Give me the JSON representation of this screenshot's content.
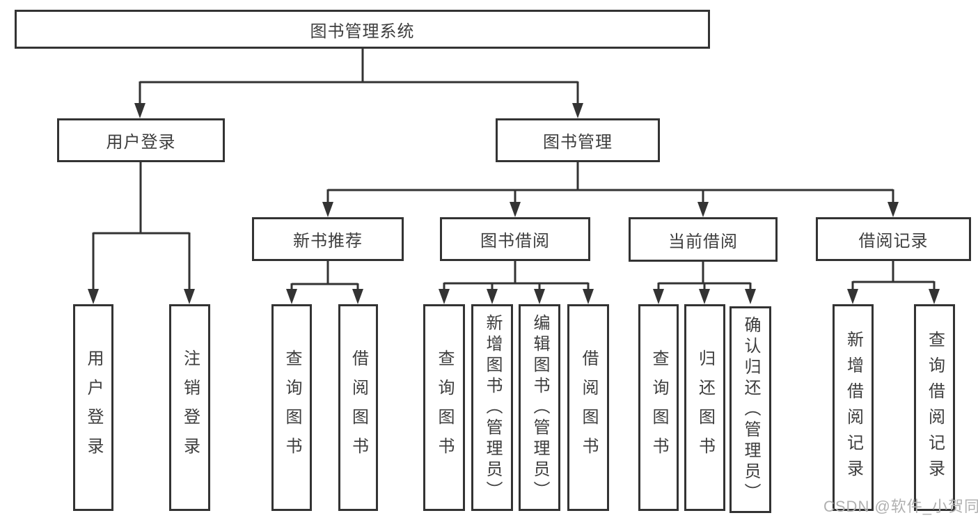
{
  "diagram": {
    "title": "图书管理系统",
    "root": {
      "label": "图书管理系统"
    },
    "level2": [
      {
        "label": "用户登录",
        "children": [
          {
            "label": "用户登录"
          },
          {
            "label": "注销登录"
          }
        ]
      },
      {
        "label": "图书管理",
        "children": [
          {
            "label": "新书推荐",
            "children": [
              {
                "label": "查询图书"
              },
              {
                "label": "借阅图书"
              }
            ]
          },
          {
            "label": "图书借阅",
            "children": [
              {
                "label": "查询图书"
              },
              {
                "label": "新增图书（管理员）"
              },
              {
                "label": "编辑图书（管理员）"
              },
              {
                "label": "借阅图书"
              }
            ]
          },
          {
            "label": "当前借阅",
            "children": [
              {
                "label": "查询图书"
              },
              {
                "label": "归还图书"
              },
              {
                "label": "确认归还（管理员）"
              }
            ]
          },
          {
            "label": "借阅记录",
            "children": [
              {
                "label": "新增借阅记录"
              },
              {
                "label": "查询借阅记录"
              }
            ]
          }
        ]
      }
    ],
    "watermark": "CSDN @软件_小贺同学",
    "colors": {
      "line": "#333333",
      "text": "#3d3d3d",
      "background": "#ffffff",
      "watermark": "#b0b0b0"
    }
  }
}
